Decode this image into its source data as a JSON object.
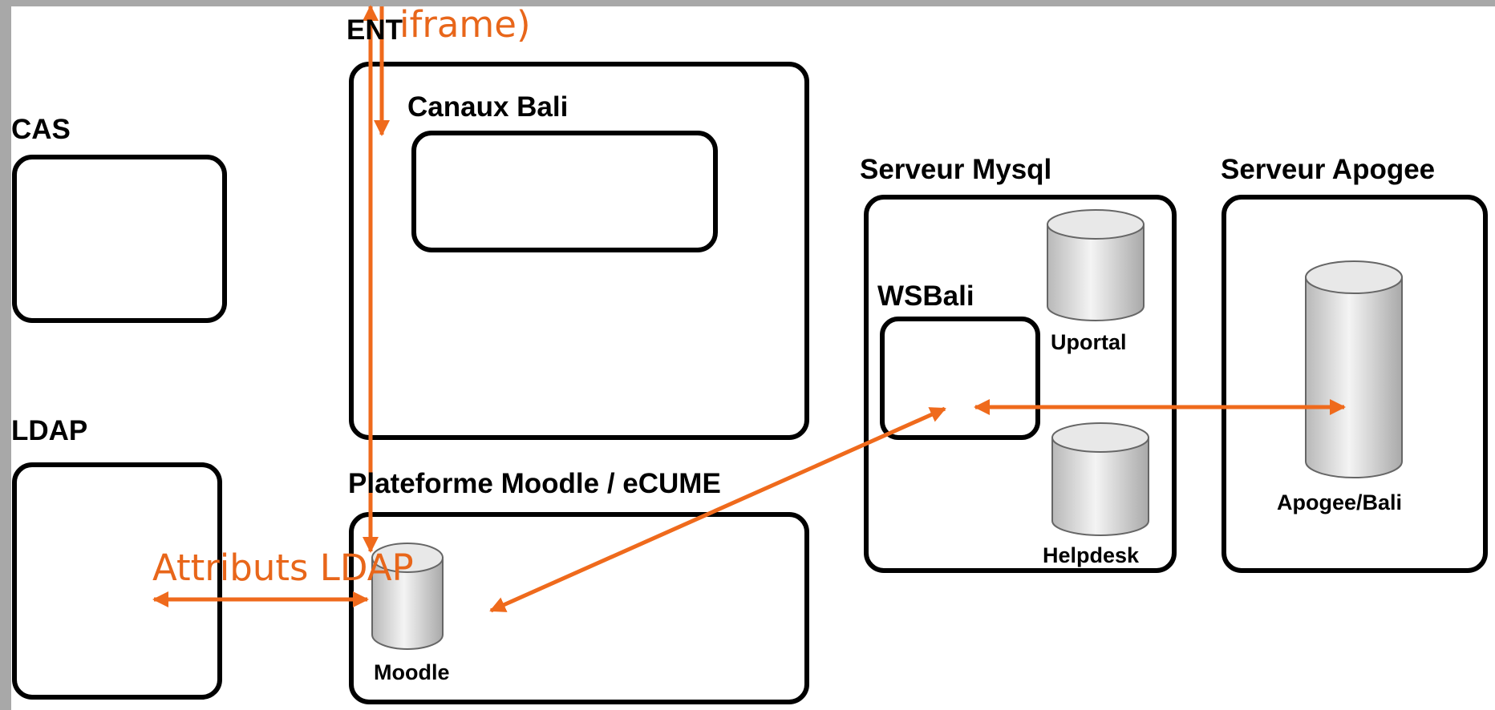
{
  "labels": {
    "ent": "ENT",
    "iframe": "iframe)",
    "canaux_bali": "Canaux Bali",
    "cas": "CAS",
    "ldap": "LDAP",
    "serveur_mysql": "Serveur Mysql",
    "serveur_apogee": "Serveur Apogee",
    "wsbali": "WSBali",
    "uportal": "Uportal",
    "helpdesk": "Helpdesk",
    "apogee_bali": "Apogee/Bali",
    "plateforme_moodle": "Plateforme Moodle / eCUME",
    "moodle": "Moodle",
    "attributs_ldap": "Attributs LDAP"
  },
  "colors": {
    "arrow": "#ef6a1c",
    "annotation_text": "#e8661a",
    "box_stroke": "#000000",
    "background": "#ffffff"
  }
}
